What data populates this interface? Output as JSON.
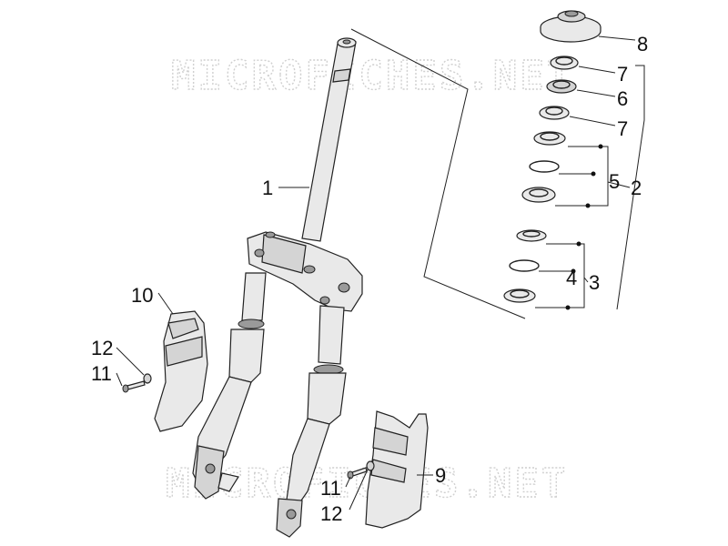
{
  "watermark": {
    "text": "MICROFICHES.NET"
  },
  "callouts": {
    "n1": "1",
    "n2": "2",
    "n3": "3",
    "n4": "4",
    "n5": "5",
    "n6": "6",
    "n7a": "7",
    "n7b": "7",
    "n8": "8",
    "n9": "9",
    "n10": "10",
    "n11a": "11",
    "n11b": "11",
    "n12a": "12",
    "n12b": "12"
  }
}
